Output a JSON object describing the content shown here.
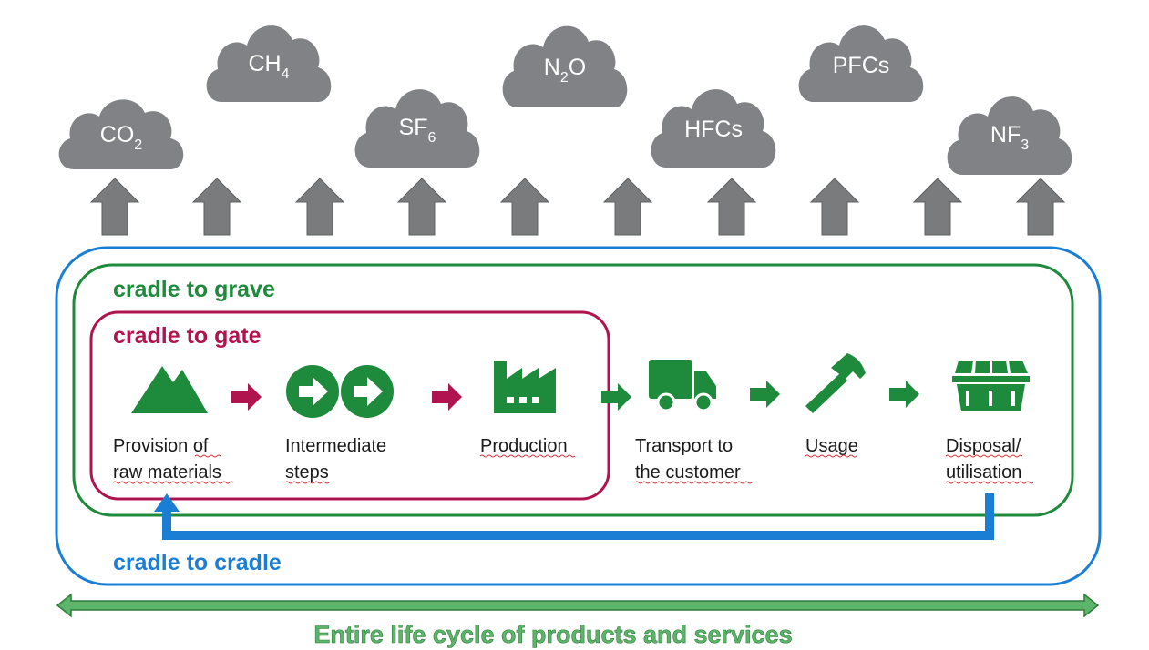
{
  "gases": [
    {
      "base": "CO",
      "sub": "2"
    },
    {
      "base": "CH",
      "sub": "4"
    },
    {
      "base": "SF",
      "sub": "6"
    },
    {
      "base": "N",
      "sub": "2",
      "tail": "O"
    },
    {
      "base": "HFCs",
      "sub": ""
    },
    {
      "base": "PFCs",
      "sub": ""
    },
    {
      "base": "NF",
      "sub": "3"
    }
  ],
  "boundaries": {
    "cradle_to_grave": "cradle to grave",
    "cradle_to_gate": "cradle to gate",
    "cradle_to_cradle": "cradle to cradle"
  },
  "stages": [
    {
      "line1": "Provision of",
      "line2": "raw materials",
      "icon": "mountain-icon"
    },
    {
      "line1": "Intermediate",
      "line2": "steps",
      "icon": "double-arrow-circles-icon"
    },
    {
      "line1": "Production",
      "line2": "",
      "icon": "factory-icon"
    },
    {
      "line1": "Transport to",
      "line2": "the customer",
      "icon": "truck-icon"
    },
    {
      "line1": "Usage",
      "line2": "",
      "icon": "hammer-icon"
    },
    {
      "line1": "Disposal/",
      "line2": "utilisation",
      "icon": "dumpster-icon"
    }
  ],
  "lifecycle_label": "Entire life cycle of products and services",
  "colors": {
    "cloud": "#808285",
    "emission_arrow": "#7a7b7d",
    "grave": "#1e8a3c",
    "gate": "#b0144e",
    "cradle": "#1a7ed4",
    "icon_green": "#1e8a3c",
    "lifecycle": "#5db56b"
  }
}
